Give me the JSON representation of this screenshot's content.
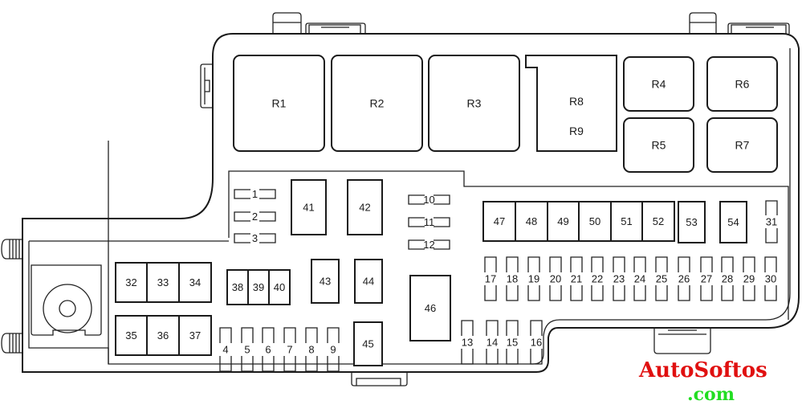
{
  "diagram": {
    "title": "Fuse box diagram",
    "relays": [
      {
        "id": "R1",
        "label": "R1"
      },
      {
        "id": "R2",
        "label": "R2"
      },
      {
        "id": "R3",
        "label": "R3"
      },
      {
        "id": "R4",
        "label": "R4"
      },
      {
        "id": "R5",
        "label": "R5"
      },
      {
        "id": "R6",
        "label": "R6"
      },
      {
        "id": "R7",
        "label": "R7"
      },
      {
        "id": "R8",
        "label": "R8"
      },
      {
        "id": "R9",
        "label": "R9"
      }
    ],
    "small_fuses_horizontal": [
      "1",
      "2",
      "3",
      "10",
      "11",
      "12"
    ],
    "mini_fuses_vertical": [
      "4",
      "5",
      "6",
      "7",
      "8",
      "9",
      "13",
      "14",
      "15",
      "16",
      "17",
      "18",
      "19",
      "20",
      "21",
      "22",
      "23",
      "24",
      "25",
      "26",
      "27",
      "28",
      "29",
      "30",
      "31"
    ],
    "cartridge_fuses": [
      "32",
      "33",
      "34",
      "35",
      "36",
      "37",
      "38",
      "39",
      "40",
      "41",
      "42",
      "43",
      "44",
      "45",
      "46",
      "47",
      "48",
      "49",
      "50",
      "51",
      "52",
      "53",
      "54"
    ]
  },
  "watermark": {
    "line1": "AutoSoftos",
    "line2": ".com",
    "color1": "#e01010",
    "color2": "#22dd22"
  }
}
